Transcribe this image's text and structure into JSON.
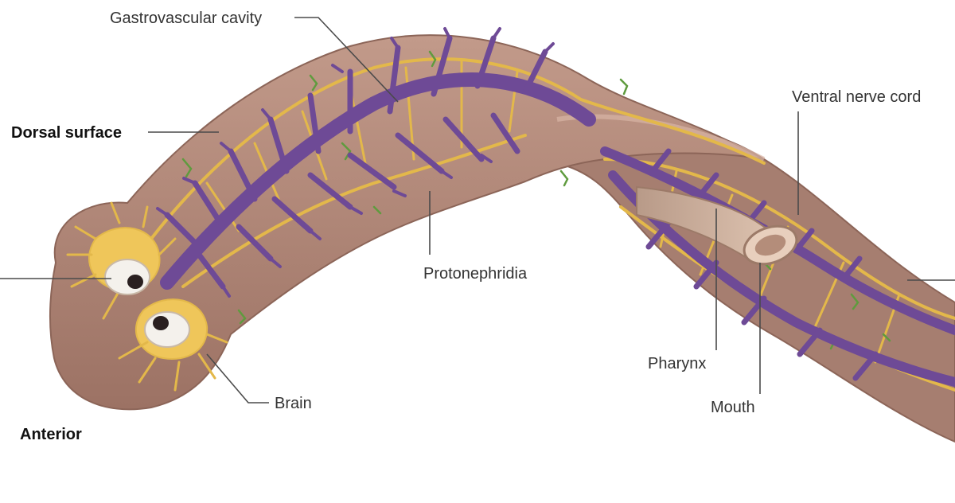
{
  "labels": {
    "gastrovascular_cavity": "Gastrovascular cavity",
    "dorsal_surface": "Dorsal surface",
    "ventral_nerve_cord": "Ventral nerve cord",
    "protonephridia": "Protonephridia",
    "pharynx": "Pharynx",
    "mouth": "Mouth",
    "brain": "Brain",
    "anterior": "Anterior"
  },
  "colors": {
    "body": "#b08577",
    "body_dark": "#8c6558",
    "gut": "#6e4a96",
    "nerve": "#e3b84a",
    "protonephridia": "#5f9b3e",
    "pharynx": "#d8bca9"
  }
}
